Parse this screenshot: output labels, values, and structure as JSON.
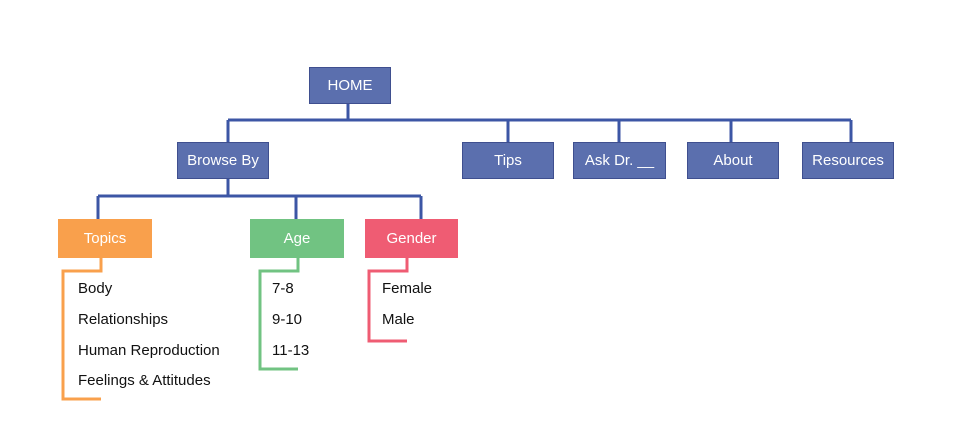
{
  "colors": {
    "primary_blue": "#5B6FAE",
    "connector_blue": "#3C56A5",
    "topics_orange": "#F9A04C",
    "age_green": "#71C382",
    "gender_red": "#EF5C73",
    "text": "#111111",
    "background": "#FFFFFF"
  },
  "home": {
    "label": "HOME"
  },
  "level1": [
    {
      "key": "browse_by",
      "label": "Browse By"
    },
    {
      "key": "tips",
      "label": "Tips"
    },
    {
      "key": "ask_dr",
      "label": "Ask Dr. __"
    },
    {
      "key": "about",
      "label": "About"
    },
    {
      "key": "resources",
      "label": "Resources"
    }
  ],
  "browse_by": {
    "label": "Browse By",
    "groups": [
      {
        "key": "topics",
        "label": "Topics",
        "color": "#F9A04C",
        "items": [
          "Body",
          "Relationships",
          "Human Reproduction",
          "Feelings & Attitudes"
        ]
      },
      {
        "key": "age",
        "label": "Age",
        "color": "#71C382",
        "items": [
          "7-8",
          "9-10",
          "11-13"
        ]
      },
      {
        "key": "gender",
        "label": "Gender",
        "color": "#EF5C73",
        "items": [
          "Female",
          "Male"
        ]
      }
    ]
  }
}
